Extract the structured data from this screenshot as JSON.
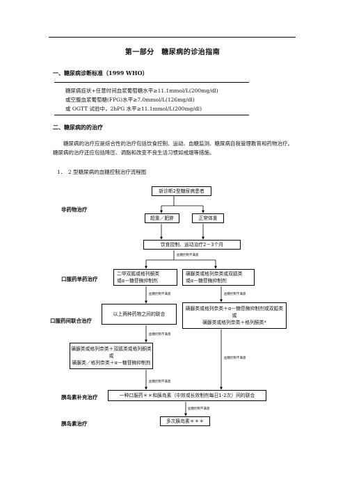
{
  "document": {
    "title": "第一部分　糖尿病的诊治指南",
    "section1": {
      "heading": "一、糖尿病诊断标准（1999 WHO）",
      "criteria": [
        "糖尿病症状+任意时间血浆葡萄糖水平≥11.1mmol/L(200mg/dl)",
        "或空腹血浆葡萄糖(FPG)水平≥7.0mmol/L(126mg/dl)",
        "或 OGTT 试验中，2hPG 水平≥11.1mmol/L(200mg/dl)"
      ]
    },
    "section2": {
      "heading": "二、糖尿病的的治疗",
      "paragraph": "糖尿病的治疗应是综合性的治疗包括饮食控制、运动、血糖监测、糖尿病自我管理教育和药物治疗。糖尿病的治疗还应包括降压、调脂和改变不良生活习惯如戒烟等措施。",
      "subheading": "1．　2 型糖尿病的血糖控制治疗流程图"
    }
  },
  "flowchart": {
    "stage_labels": {
      "non_drug": "非药物治疗",
      "oral_single": "口服药单药治疗",
      "oral_combined": "口服药间联合治疗",
      "insulin_supplement": "胰岛素补充治疗",
      "insulin": "胰岛素治疗"
    },
    "boxes": {
      "start": "新诊断2型糖尿病患者",
      "overweight": "超重／肥胖",
      "normal_weight": "正常体重",
      "diet_exercise": "饮食控制、运动治疗2－3个月",
      "metformin_line1": "二甲双胍或格列酮类",
      "metformin_line2": "或α—糖苷酶抑制剂",
      "su_line1": "磺脲类或格列奈类或双胍类",
      "su_line2": "或α—糖苷酶抑制剂",
      "combo_two": "以上两种药物之间的联合",
      "right_combo_line1": "磺脲类或格列奈类＋α—糖苷酶抑制剂或双胍类",
      "right_combo_or": "或",
      "right_combo_line3": "磺脲类或格列奈类＋格列酮类*",
      "left_combo_line1": "磺脲类或格列奈类＋双胍类或格列酮类",
      "left_combo_or": "或",
      "left_combo_line3": "磺脲类／格列奈类＋α—糖苷酶抑制剂",
      "insulin_combo": "一种口服药＊＊和胰岛素（中效或长效制剂每日1-2次）间的联合",
      "multi_insulin": "多次胰岛素＊＊＊"
    },
    "notes": {
      "poor_control": "血糖控制不满意"
    }
  }
}
